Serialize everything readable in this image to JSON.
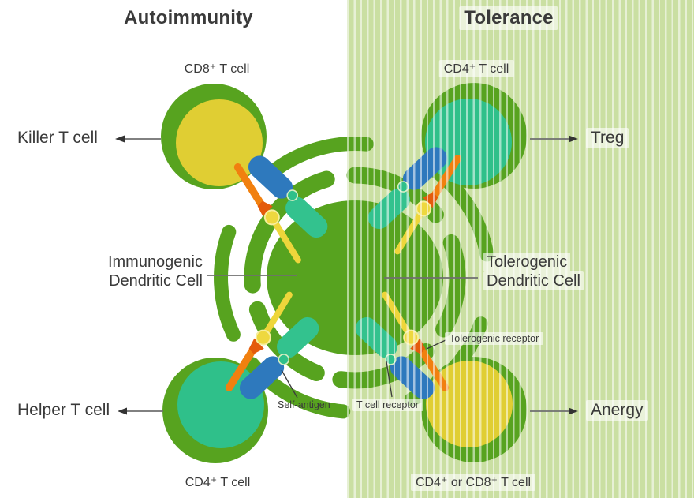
{
  "titles": {
    "left": "Autoimmunity",
    "right": "Tolerance"
  },
  "dendritic_cells": {
    "immunogenic": {
      "line1": "Immunogenic",
      "line2": "Dendritic Cell"
    },
    "tolerogenic": {
      "line1": "Tolerogenic",
      "line2": "Dendritic Cell"
    }
  },
  "t_cells": {
    "top_left": {
      "type": "CD8⁺ T cell",
      "outcome": "Killer T cell"
    },
    "top_right": {
      "type": "CD4⁺ T cell",
      "outcome": "Treg"
    },
    "bottom_left": {
      "type": "CD4⁺ T cell",
      "outcome": "Helper T cell"
    },
    "bottom_right": {
      "type": "CD4⁺ or CD8⁺ T cell",
      "outcome": "Anergy"
    }
  },
  "annotations": {
    "self_antigen": "Self-antigen",
    "t_cell_receptor": "T cell receptor",
    "tolerogenic_receptor": "Tolerogenic receptor"
  },
  "colors": {
    "membrane_green": "#57a31f",
    "cytoplasm_yellow": "#e0ce33",
    "cytoplasm_teal": "#2fc08a",
    "receptor_blue": "#2e79bd",
    "receptor_teal": "#33c28e",
    "receptor_orange": "#f1800f",
    "receptor_orange_dark": "#e45b0b",
    "receptor_yellow": "#eed63b",
    "right_background": "#cadfa2",
    "left_background": "#ffffff",
    "text": "#3a3a3a"
  }
}
